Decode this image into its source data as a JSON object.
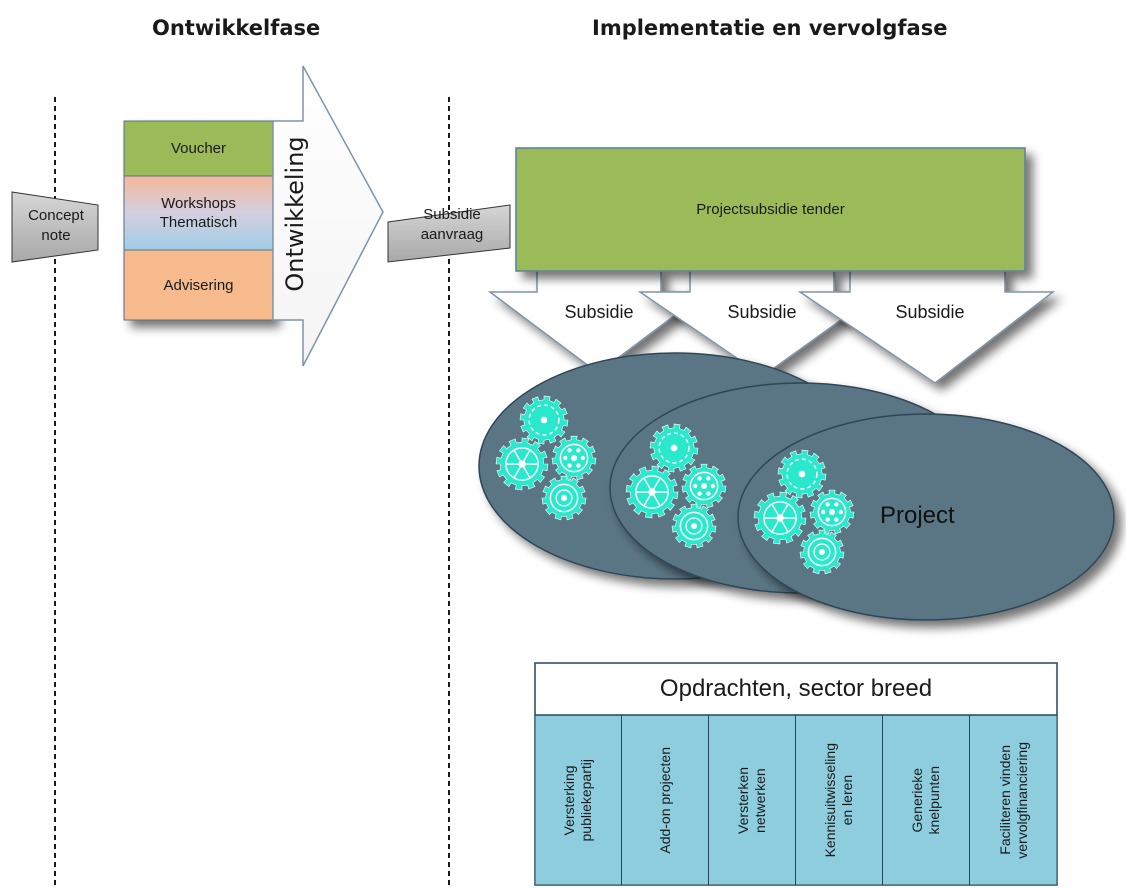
{
  "headings": {
    "development": "Ontwikkelfase",
    "implementation": "Implementatie en vervolgfase"
  },
  "development": {
    "input_label": "Concept\nnote",
    "arrow_label": "Ontwikkeling",
    "stack": [
      {
        "label": "Voucher",
        "color": "#9bbb59"
      },
      {
        "label": "Workshops\nThematisch",
        "color": "#e8b8a2"
      },
      {
        "label": "Advisering",
        "color": "#f7ba8c"
      }
    ]
  },
  "implementation": {
    "input_label": "Subsidie\naanvraag",
    "tender_label": "Projectsubsidie tender",
    "tender_color": "#9bbb59",
    "subsidy_arrows": [
      "Subsidie",
      "Subsidie",
      "Subsidie"
    ],
    "project_label": "Project",
    "project_color": "#5a7584",
    "gear_color": "#2ae8cc",
    "assignments": {
      "title": "Opdrachten, sector breed",
      "cell_color": "#8ecdde",
      "items": [
        "Versterking\npubliekepartij",
        "Add-on projecten",
        "Versterken\nnetwerken",
        "Kennisuitwisseling\nen leren",
        "Generieke\nknelpunten",
        "Faciliteren vinden\nvervolgfinanciering"
      ]
    }
  }
}
